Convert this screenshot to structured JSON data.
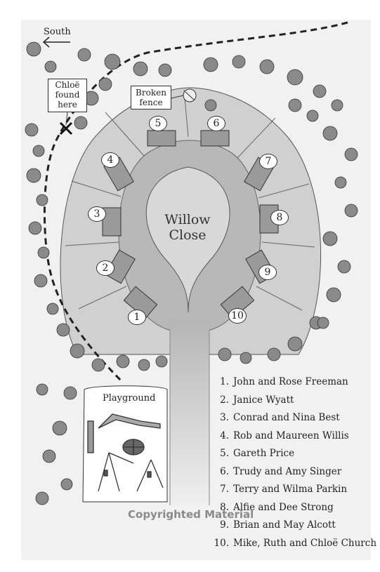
{
  "map": {
    "direction_label": "South",
    "callouts": {
      "chloe_found": [
        "Chloë",
        "found",
        "here"
      ],
      "broken_fence": [
        "Broken",
        "fence"
      ]
    },
    "close_name": [
      "Willow",
      "Close"
    ],
    "playground_label": "Playground",
    "house_numbers": [
      "1",
      "2",
      "3",
      "4",
      "5",
      "6",
      "7",
      "8",
      "9",
      "10"
    ],
    "colors": {
      "plot": "#d0d0d0",
      "road": "#b5b5b5",
      "center": "#d8d8d8",
      "ink": "#333333"
    }
  },
  "residents": [
    {
      "number": "1.",
      "name": "John and Rose Freeman"
    },
    {
      "number": "2.",
      "name": "Janice Wyatt"
    },
    {
      "number": "3.",
      "name": "Conrad and Nina Best"
    },
    {
      "number": "4.",
      "name": "Rob and Maureen Willis"
    },
    {
      "number": "5.",
      "name": "Gareth Price"
    },
    {
      "number": "6.",
      "name": "Trudy and Amy Singer"
    },
    {
      "number": "7.",
      "name": "Terry and Wilma Parkin"
    },
    {
      "number": "8.",
      "name": "Alfie and Dee Strong"
    },
    {
      "number": "9.",
      "name": "Brian and May Alcott"
    },
    {
      "number": "10.",
      "name": "Mike, Ruth and Chloë Church"
    }
  ],
  "watermark": "Copyrighted Material"
}
